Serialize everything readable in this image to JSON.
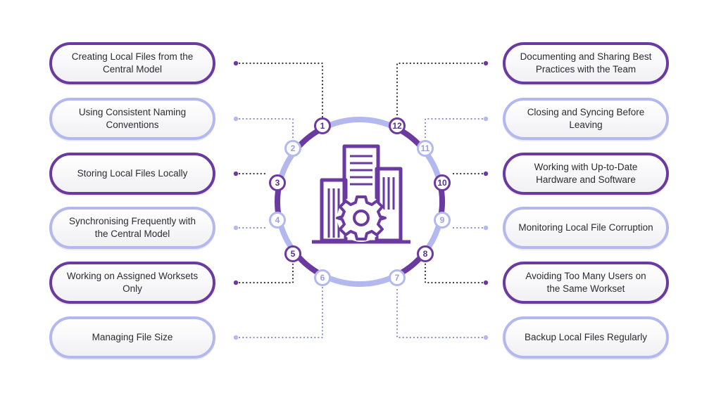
{
  "colors": {
    "dark": "#6a3aa0",
    "light": "#b3b8ee"
  },
  "center": {
    "icon": "building-gear-icon"
  },
  "items": [
    {
      "number": "1",
      "text": "Creating Local Files from the Central Model",
      "style": "dark"
    },
    {
      "number": "2",
      "text": "Using Consistent Naming Conventions",
      "style": "light"
    },
    {
      "number": "3",
      "text": "Storing Local Files Locally",
      "style": "dark"
    },
    {
      "number": "4",
      "text": "Synchronising Frequently with the Central Model",
      "style": "light"
    },
    {
      "number": "5",
      "text": "Working on Assigned Worksets Only",
      "style": "dark"
    },
    {
      "number": "6",
      "text": "Managing File Size",
      "style": "light"
    },
    {
      "number": "7",
      "text": "Backup Local Files Regularly",
      "style": "light"
    },
    {
      "number": "8",
      "text": "Avoiding Too Many Users on the Same Workset",
      "style": "dark"
    },
    {
      "number": "9",
      "text": "Monitoring Local File Corruption",
      "style": "light"
    },
    {
      "number": "10",
      "text": "Working with Up-to-Date Hardware and Software",
      "style": "dark"
    },
    {
      "number": "11",
      "text": "Closing and Syncing Before Leaving",
      "style": "light"
    },
    {
      "number": "12",
      "text": "Documenting and Sharing Best Practices with the Team",
      "style": "dark"
    }
  ]
}
